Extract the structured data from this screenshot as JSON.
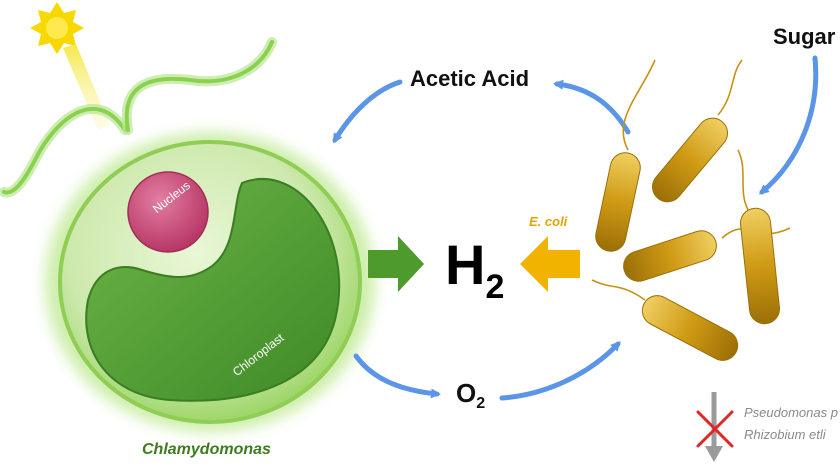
{
  "labels": {
    "acetic_acid": "Acetic Acid",
    "sugar": "Sugar",
    "h2_main": "H",
    "h2_sub": "2",
    "o2_main": "O",
    "o2_sub": "2",
    "ecoli": "E. coli",
    "chlamydomonas": "Chlamydomonas",
    "nucleus": "Nucleus",
    "chloroplast": "Chloroplast",
    "pseudomonas": "Pseudomonas p",
    "rhizobium": "Rhizobium etli"
  },
  "colors": {
    "cell_green": "#8fcd55",
    "chloroplast_green": "#4f9a33",
    "nucleus_pink": "#cf4f7a",
    "bacteria_gold": "#cf9a14",
    "arrow_blue": "#5b95e8",
    "arrow_green": "#4e9a2c",
    "arrow_yellow": "#f2b300",
    "cross_red": "#e02626",
    "sun_yellow": "#f7d800"
  }
}
